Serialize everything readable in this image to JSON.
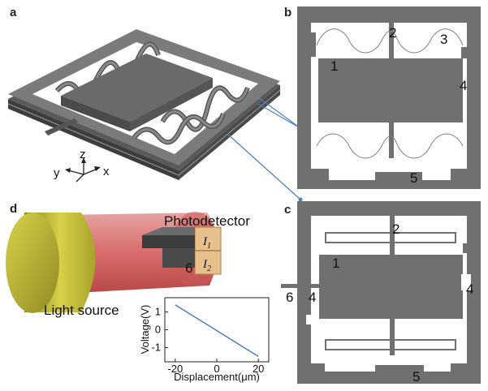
{
  "panels": {
    "a": {
      "letter": "a",
      "axes": {
        "x": "x",
        "y": "y",
        "z": "z"
      }
    },
    "b": {
      "letter": "b",
      "labels": [
        "1",
        "2",
        "3",
        "4",
        "5"
      ]
    },
    "c": {
      "letter": "c",
      "labels": [
        "1",
        "2",
        "4",
        "4",
        "5",
        "6"
      ]
    },
    "d": {
      "letter": "d",
      "photodetector": "Photodetector",
      "light_source": "Light source",
      "label_6": "6",
      "I1": "I",
      "I1_sub": "1",
      "I2": "I",
      "I2_sub": "2"
    }
  },
  "colors": {
    "structure": "#707070",
    "connector": "#4a7fc1",
    "beam": "#e38a8a",
    "lens": "#c9c43a",
    "detector": "#e8c08e",
    "plot_line": "#3a6fb4"
  },
  "chart_data": {
    "type": "line",
    "xlabel": "Displacement(μm)",
    "ylabel": "Voltage(V)",
    "xlim": [
      -25,
      25
    ],
    "ylim": [
      -1.8,
      1.8
    ],
    "xticks": [
      -20,
      0,
      20
    ],
    "yticks": [
      1,
      0,
      -1
    ],
    "series": [
      {
        "x": [
          -20,
          20
        ],
        "y": [
          1.4,
          -1.5
        ]
      }
    ]
  }
}
